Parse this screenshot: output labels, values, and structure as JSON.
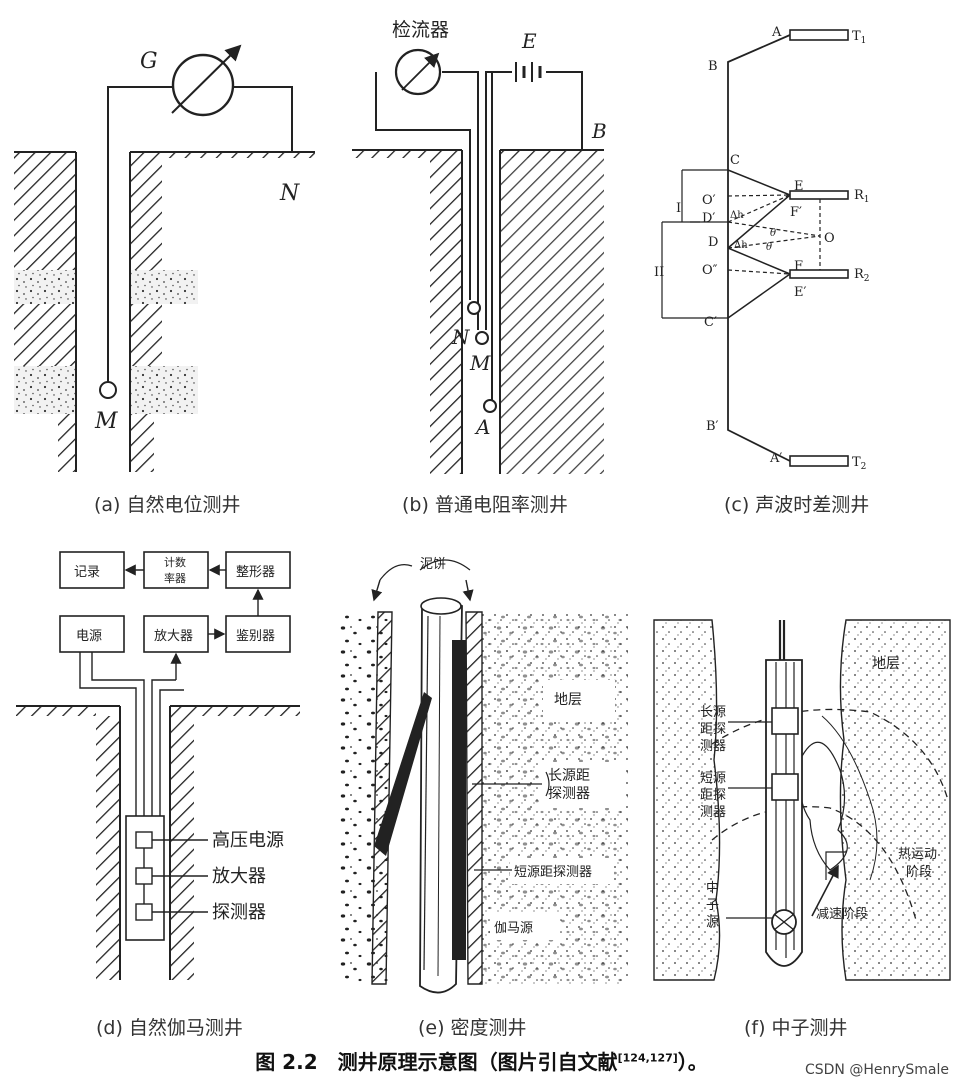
{
  "captions": {
    "a": "(a) 自然电位测井",
    "b": "(b) 普通电阻率测井",
    "c": "(c) 声波时差测井",
    "d": "(d) 自然伽马测井",
    "e": "(e) 密度测井",
    "f": "(f) 中子测井"
  },
  "figure_title": {
    "prefix": "图 2.2　测井原理示意图（图片引自文献",
    "ref": "[124,127]",
    "suffix": "）。"
  },
  "watermark": "CSDN @HenrySmale",
  "panel_a": {
    "g": "G",
    "n": "N",
    "m": "M"
  },
  "panel_b": {
    "galvanometer": "检流器",
    "e": "E",
    "b": "B",
    "n": "N",
    "m": "M",
    "a": "A"
  },
  "panel_c": {
    "a": "A",
    "t1": "T",
    "t1_sub": "1",
    "b": "B",
    "c": "C",
    "e": "E",
    "r1": "R",
    "r1_sub": "1",
    "o1": "O′",
    "d1": "D′",
    "f1": "F′",
    "i": "I",
    "d": "D",
    "o": "O",
    "theta1": "θ",
    "theta2": "θ",
    "dh1": "Δh",
    "dh2": "Δh",
    "ii": "II",
    "o2": "O″",
    "f": "F",
    "r2": "R",
    "r2_sub": "2",
    "e1": "E′",
    "c1": "C′",
    "b1": "B′",
    "a1": "A′",
    "t2": "T",
    "t2_sub": "2"
  },
  "panel_d": {
    "record": "记录",
    "counter_1": "计数",
    "counter_2": "率器",
    "shaper": "整形器",
    "power": "电源",
    "amplifier": "放大器",
    "discriminator": "鉴别器",
    "hv_power": "高压电源",
    "amp_label": "放大器",
    "detector": "探测器"
  },
  "panel_e": {
    "mudcake": "泥饼",
    "formation": "地层",
    "long_detector_1": "长源距",
    "long_detector_2": "探测器",
    "short_detector": "短源距探测器",
    "gamma_source": "伽马源"
  },
  "panel_f": {
    "formation": "地层",
    "long_1": "长源",
    "long_2": "距探",
    "long_3": "测器",
    "short_1": "短源",
    "short_2": "距探",
    "short_3": "测器",
    "thermal_1": "热运动",
    "thermal_2": "阶段",
    "neutron_1": "中",
    "neutron_2": "子",
    "neutron_3": "源",
    "slowing": "减速阶段"
  }
}
